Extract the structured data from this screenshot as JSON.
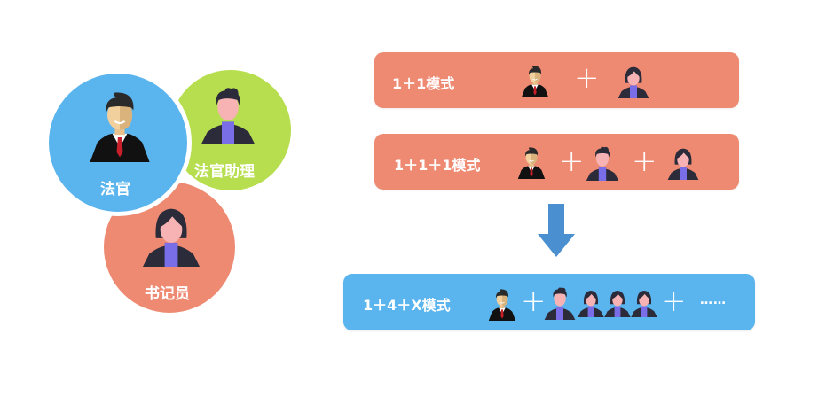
{
  "colors": {
    "judge_blue": "#5ab4ee",
    "assistant_green": "#b6de4f",
    "clerk_salmon": "#ee8a72",
    "bar_salmon": "#ee8a72",
    "bar_blue": "#5ab4ee",
    "arrow_blue": "#4a90d0",
    "suit_dark": "#2b2b3a",
    "shirt_purple": "#7a6ee8",
    "skin_pink": "#f7b3b3",
    "tie_red": "#c8202a"
  },
  "roles": {
    "judge": {
      "label": "法官",
      "icon": "judge-icon"
    },
    "assistant": {
      "label": "法官助理",
      "icon": "male-staff-icon"
    },
    "clerk": {
      "label": "书记员",
      "icon": "female-staff-icon"
    }
  },
  "modes": [
    {
      "label": "1＋1模式",
      "composition": [
        "judge",
        "+",
        "clerk"
      ]
    },
    {
      "label": "1＋1＋1模式",
      "composition": [
        "judge",
        "+",
        "assistant",
        "+",
        "clerk"
      ]
    },
    {
      "label": "1＋4＋X模式",
      "composition": [
        "judge",
        "+",
        "assistant",
        "clerk",
        "clerk",
        "clerk",
        "+",
        "……"
      ]
    }
  ],
  "transition": {
    "icon": "arrow-down-icon"
  },
  "plus_symbol": "+",
  "ellipsis": "……"
}
